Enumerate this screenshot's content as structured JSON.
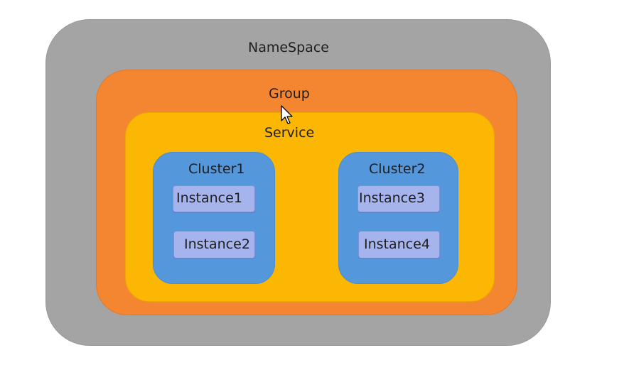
{
  "diagram": {
    "namespace": {
      "label": "NameSpace"
    },
    "group": {
      "label": "Group"
    },
    "service": {
      "label": "Service"
    },
    "clusters": [
      {
        "label": "Cluster1",
        "instances": [
          "Instance1",
          "Instance2"
        ]
      },
      {
        "label": "Cluster2",
        "instances": [
          "Instance3",
          "Instance4"
        ]
      }
    ]
  },
  "colors": {
    "namespace": "#a4a4a4",
    "group": "#f58631",
    "service": "#fcb704",
    "cluster": "#5497db",
    "instance": "#a6b4ee"
  },
  "cursor": {
    "icon": "mouse-pointer-icon"
  }
}
